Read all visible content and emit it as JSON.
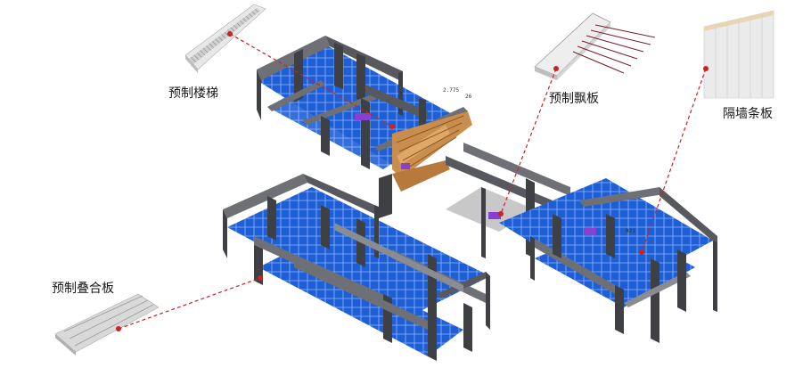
{
  "labels": {
    "stair": "预制楼梯",
    "bay_window_slab": "预制飘板",
    "partition_panel": "隔墙条板",
    "composite_slab": "预制叠合板"
  },
  "annotations": {
    "level_1": "2.775",
    "level_2": "26",
    "level_3": "021"
  },
  "colors": {
    "leader_line": "#cc2222",
    "wall": "#3f4044",
    "wall_light": "#6e7076",
    "floor_slab": "#1f5fd6",
    "stair": "#c98d4e",
    "highlight": "#8a3fd0",
    "component_fill": "#e6e6e6"
  }
}
